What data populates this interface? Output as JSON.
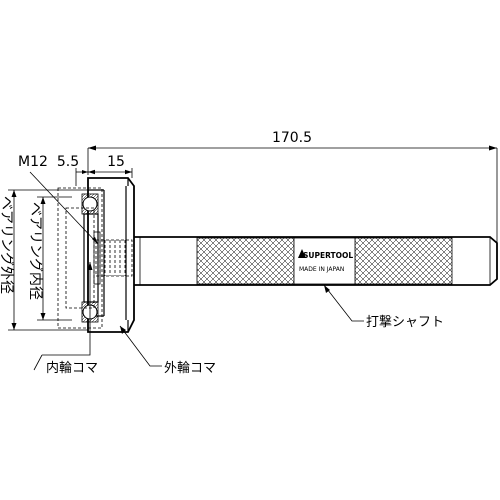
{
  "dimensions": {
    "overall_length": "170.5",
    "thread": "M12",
    "thread_offset": "5.5",
    "head_length": "15",
    "bearing_inner_diameter": "ベアリング内径",
    "bearing_outer_diameter": "ベアリング外径"
  },
  "callouts": {
    "inner_ring_piece": "内輪コマ",
    "outer_ring_piece": "外輪コマ",
    "impact_shaft": "打撃シャフト"
  },
  "brand": {
    "logo_text": "SUPERTOOL",
    "origin": "MADE IN JAPAN"
  }
}
